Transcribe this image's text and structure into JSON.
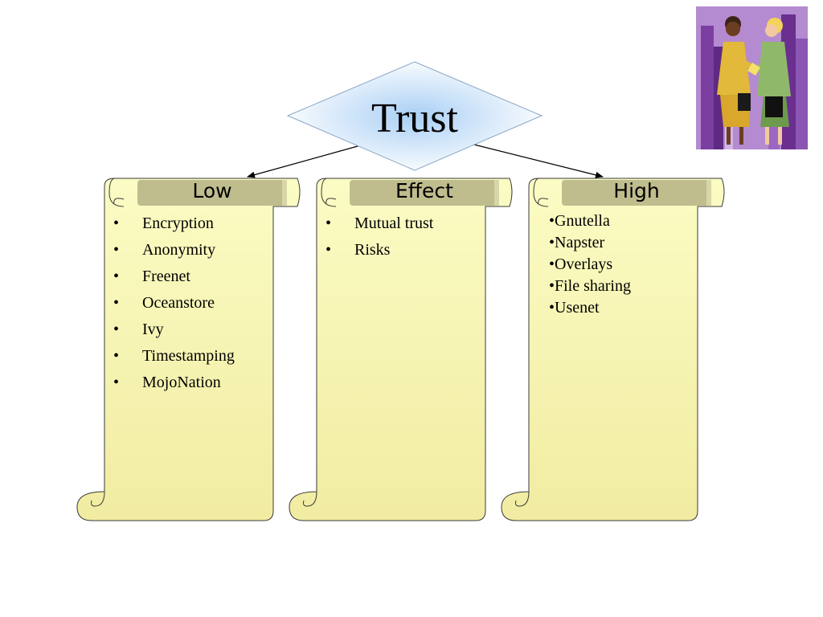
{
  "diagram": {
    "title": "Trust",
    "columns": [
      {
        "header": "Low",
        "bullet_style": "spaced",
        "items": [
          "Encryption",
          "Anonymity",
          "Freenet",
          "Oceanstore",
          "Ivy",
          "Timestamping",
          "MojoNation"
        ]
      },
      {
        "header": "Effect",
        "bullet_style": "spaced",
        "items": [
          "Mutual trust",
          "Risks"
        ]
      },
      {
        "header": "High",
        "bullet_style": "inline",
        "items": [
          "•Gnutella",
          "•Napster",
          "•Overlays",
          "•File sharing",
          "•Usenet"
        ]
      }
    ]
  },
  "bullet_glyph": "•",
  "colors": {
    "diamond_edge": "#ffffff",
    "diamond_center": "#a9cff5",
    "scroll_top": "#fbfcc4",
    "scroll_bottom": "#f1eca2",
    "header_fill": "#bfbd8e",
    "outline": "#3a3a3a"
  },
  "clipart": {
    "name": "handshake-clipart"
  }
}
